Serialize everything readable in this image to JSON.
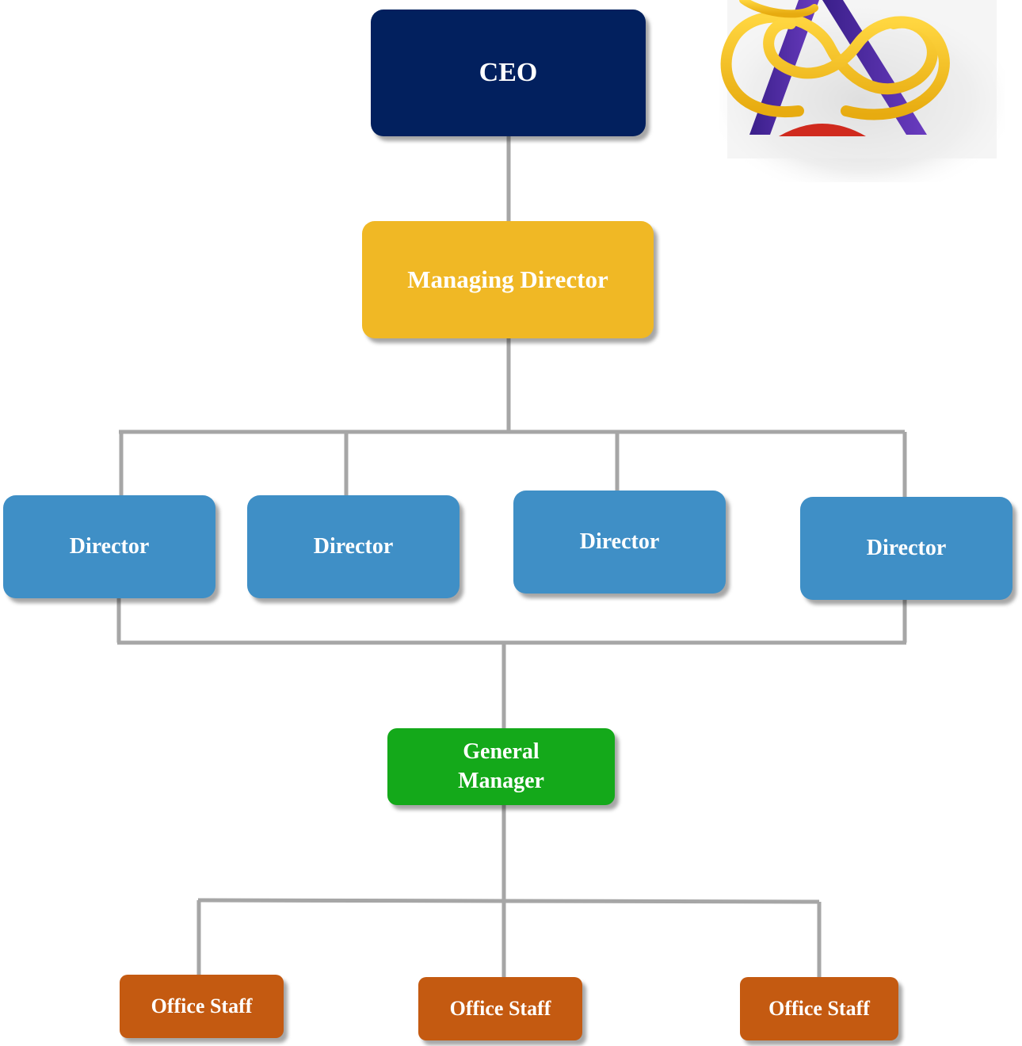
{
  "chart": {
    "nodes": {
      "ceo": "CEO",
      "managing_director": "Managing Director",
      "directors": [
        "Director",
        "Director",
        "Director",
        "Director"
      ],
      "general_manager_line1": "General",
      "general_manager_line2": "Manager",
      "office_staff": [
        "Office Staff",
        "Office Staff",
        "Office Staff"
      ]
    },
    "colors": {
      "ceo": "#02205e",
      "managing_director": "#f0b825",
      "director": "#3f8fc6",
      "general_manager": "#14a91a",
      "office_staff": "#c45a11",
      "connector": "#a6a6a6"
    }
  }
}
